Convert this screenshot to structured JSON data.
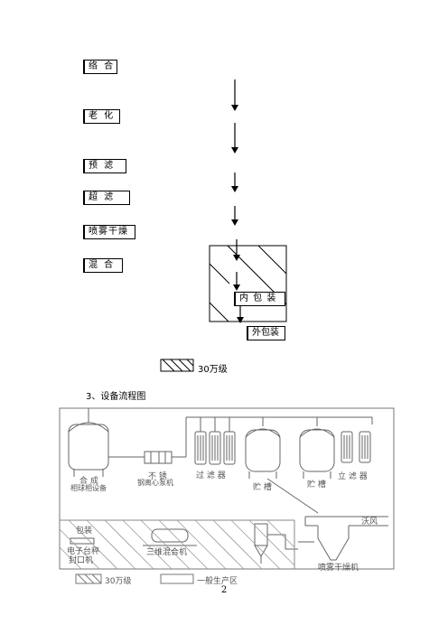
{
  "process_flow": {
    "steps": [
      "络 合",
      "老 化",
      "预 滤",
      "超 滤",
      "喷雾干燥",
      "混 合"
    ],
    "inner_pack": "内 包 装",
    "outer_pack": "外包装",
    "legend_label": "30万级"
  },
  "section_heading": "3、设备流程图",
  "equipment_diagram": {
    "labels": {
      "reactor_line1": "合 成",
      "reactor_line2": "相球相设备",
      "pump_line1": "不 锈",
      "pump_line2": "钢离心泵机",
      "filter": "过 滤 器",
      "tank1": "贮 槽",
      "tank2": "贮 槽",
      "ultrafilter": "立 滤 器",
      "wind": "沃风",
      "packing": "包装",
      "scale_line1": "电子台秤",
      "scale_line2": "封口机",
      "mixer": "三维混合机",
      "dryer": "喷雾干燥机"
    },
    "legend": {
      "clean_zone": "30万级",
      "general_zone": "一般生产区"
    }
  },
  "page_number": "2"
}
